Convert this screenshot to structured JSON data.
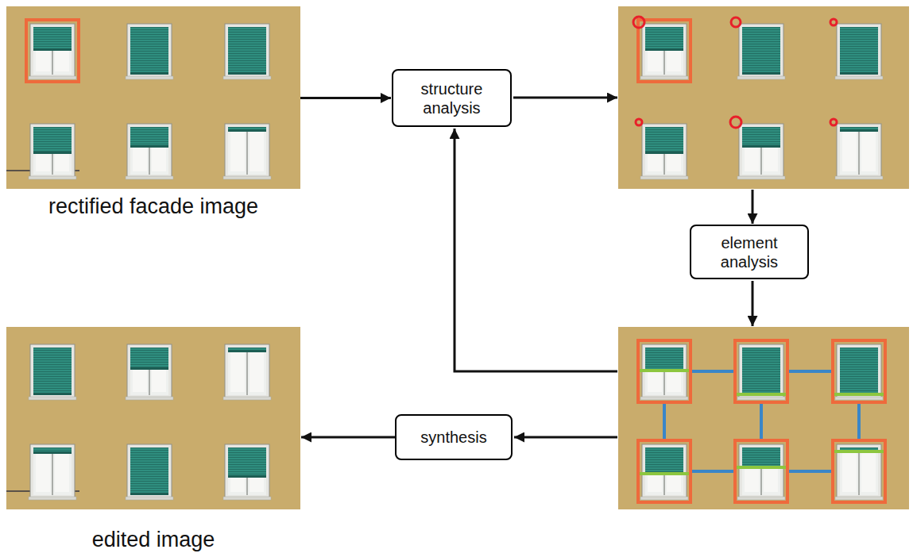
{
  "diagram": {
    "nodes": [
      {
        "text": [
          "rectified facade image"
        ]
      },
      {
        "text": [
          "structure analysis"
        ]
      },
      {
        "text": [
          "element analysis"
        ]
      },
      {
        "text": [
          "synthesis"
        ]
      },
      {
        "text": [
          "edited image"
        ]
      }
    ],
    "edges": [
      {
        "from": 0,
        "to": 1,
        "arrow": "to"
      },
      {
        "from": 3,
        "to": 4,
        "arrow": "to"
      }
    ]
  }
}
